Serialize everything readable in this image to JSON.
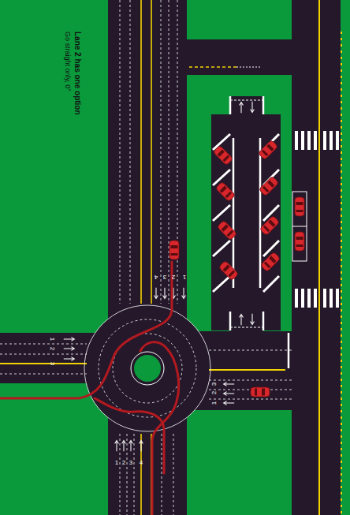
{
  "diagram": {
    "title": "Lane 2 has one option",
    "caption": "Go straight only, 0°",
    "labels": [
      "1",
      "2",
      "3",
      "4",
      "1",
      "2",
      "3",
      "1",
      "2",
      "3",
      "1",
      "2",
      "3",
      "4"
    ]
  }
}
